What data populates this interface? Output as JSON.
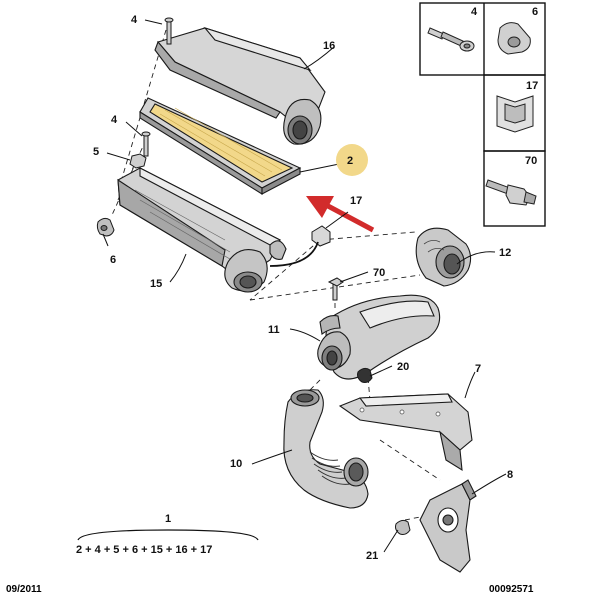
{
  "diagram": {
    "callouts": [
      {
        "id": "c4a",
        "text": "4"
      },
      {
        "id": "c16",
        "text": "16"
      },
      {
        "id": "c4b",
        "text": "4"
      },
      {
        "id": "c5",
        "text": "5"
      },
      {
        "id": "c2",
        "text": "2"
      },
      {
        "id": "c17",
        "text": "17"
      },
      {
        "id": "c6",
        "text": "6"
      },
      {
        "id": "c15",
        "text": "15"
      },
      {
        "id": "c70",
        "text": "70"
      },
      {
        "id": "c12",
        "text": "12"
      },
      {
        "id": "c11",
        "text": "11"
      },
      {
        "id": "c20",
        "text": "20"
      },
      {
        "id": "c7",
        "text": "7"
      },
      {
        "id": "c10",
        "text": "10"
      },
      {
        "id": "c8",
        "text": "8"
      },
      {
        "id": "c1",
        "text": "1"
      },
      {
        "id": "c21",
        "text": "21"
      }
    ],
    "kit_formula": "2 + 4 + 5 + 6 + 15 + 16 + 17",
    "legend_table": [
      {
        "id": "t4",
        "text": "4",
        "icon": "screw-icon"
      },
      {
        "id": "t6",
        "text": "6",
        "icon": "grommet-icon"
      },
      {
        "id": "t17",
        "text": "17",
        "icon": "clip-icon"
      },
      {
        "id": "t70",
        "text": "70",
        "icon": "bolt-icon"
      }
    ],
    "footer_left": "09/2011",
    "footer_right": "00092571",
    "colors": {
      "ink": "#1a1a1a",
      "part_fill": "#d9d9d9",
      "part_dark": "#8c8c8c",
      "highlight": "#f2d88a",
      "arrow": "#d22b2b"
    }
  }
}
